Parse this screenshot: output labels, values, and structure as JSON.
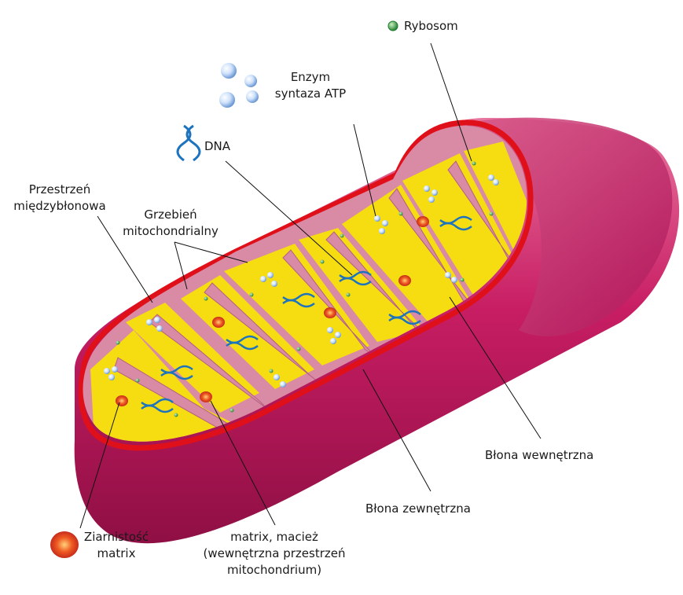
{
  "labels": {
    "ribosome": "Rybosom",
    "atp_synthase": [
      "Enzym",
      "syntaza ATP"
    ],
    "dna": "DNA",
    "intermembrane_space": [
      "Przestrzeń",
      "międzybłonowa"
    ],
    "crista": [
      "Grzebień",
      "mitochondrialny"
    ],
    "inner_membrane": "Błona wewnętrzna",
    "outer_membrane": "Błona zewnętrzna",
    "matrix": [
      "matrix, macież",
      "(wewnętrzna przestrzeń",
      "mitochondrium)"
    ],
    "granule": [
      "Ziarnistość",
      "matrix"
    ]
  },
  "colors": {
    "outer_membrane": "#c2185b",
    "outer_membrane_light": "#e2659a",
    "membrane_edge": "#e0101a",
    "matrix": "#f6dd12",
    "cristae": "#d98aa5",
    "dna": "#1e73be",
    "ribosome": "#2e9a3a",
    "atp_synthase": "#bcd6f5",
    "granule": "#e0301e"
  }
}
